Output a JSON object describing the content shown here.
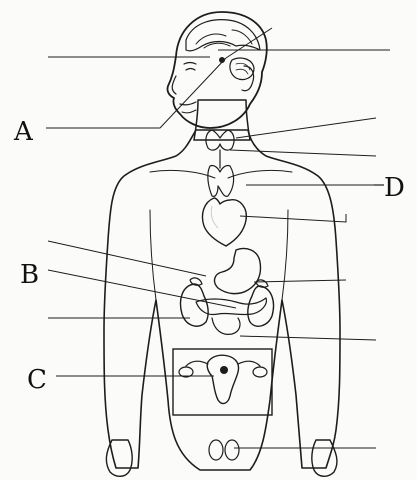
{
  "labels": {
    "a": "A",
    "b": "B",
    "c": "C",
    "d": "D"
  },
  "colors": {
    "ink": "#1d1d1d",
    "paper": "#fbfbfa",
    "organ_fill": "#2b2b2b"
  }
}
